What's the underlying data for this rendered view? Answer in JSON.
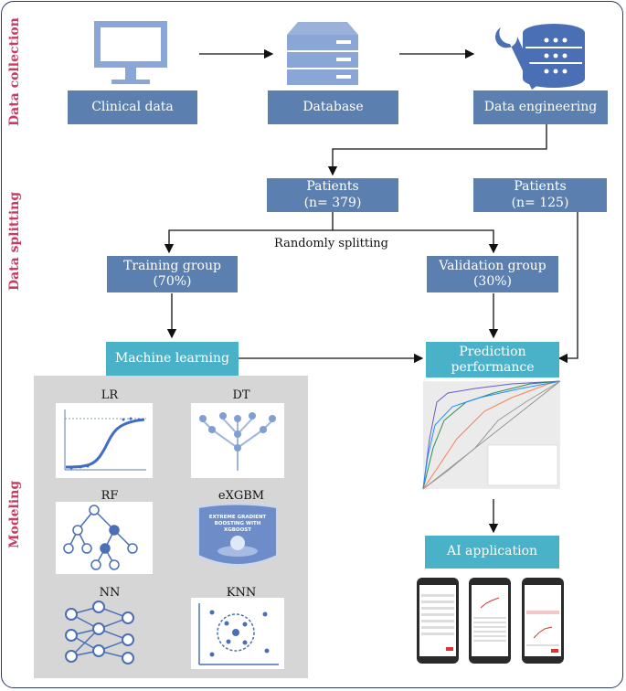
{
  "sections": {
    "data_collection": "Data collection",
    "data_splitting": "Data splitting",
    "modeling": "Modeling"
  },
  "collection": {
    "clinical": "Clinical data",
    "database": "Database",
    "engineering": "Data engineering"
  },
  "splitting": {
    "patients_a_line1": "Patients",
    "patients_a_line2": "(n= 379)",
    "patients_b_line1": "Patients",
    "patients_b_line2": "(n= 125)",
    "randomly": "Randomly splitting",
    "training_line1": "Training group",
    "training_line2": "(70%)",
    "validation_line1": "Validation group",
    "validation_line2": "(30%)"
  },
  "modeling": {
    "machine_learning": "Machine learning",
    "prediction_line1": "Prediction",
    "prediction_line2": "performance",
    "ai_application": "AI application",
    "models": [
      "LR",
      "DT",
      "RF",
      "eXGBM",
      "NN",
      "KNN"
    ],
    "xgb_badge": "EXTREME GRADIENT BOOSTING WITH XGBOOST"
  },
  "colors": {
    "box_blue": "#5b7fae",
    "box_teal": "#4ab2c8",
    "section_label": "#cc3a63",
    "icon_blue": "#7f9fd3"
  }
}
